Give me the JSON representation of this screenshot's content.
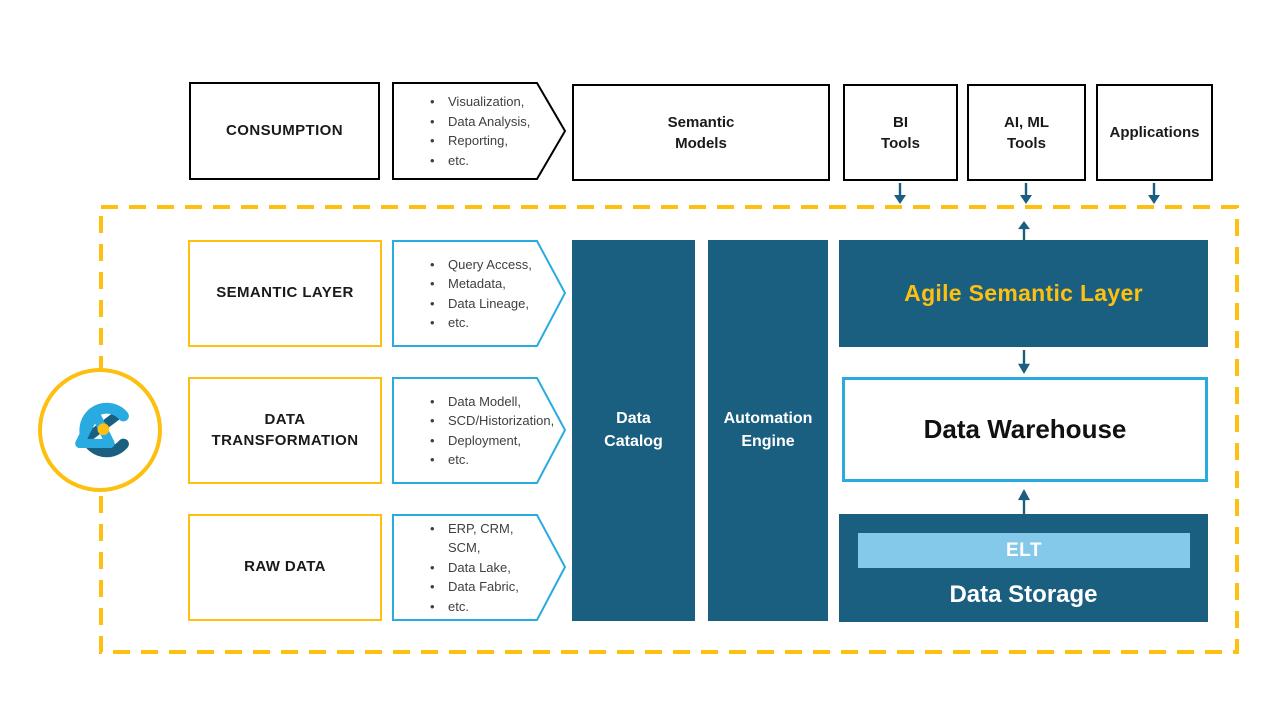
{
  "colors": {
    "teal": "#1b5f80",
    "gold": "#fdc011",
    "sky": "#29abe2",
    "lightsky": "#85c9ea"
  },
  "top": {
    "consumption": "CONSUMPTION",
    "consumption_bullets": [
      "Visualization,",
      "Data Analysis,",
      "Reporting,",
      "etc."
    ],
    "semantic_models": "Semantic\nModels",
    "bi_tools": "BI\nTools",
    "ai_ml_tools": "AI, ML\nTools",
    "applications": "Applications"
  },
  "rows": [
    {
      "label": "SEMANTIC LAYER",
      "bullets": [
        "Query Access,",
        "Metadata,",
        "Data Lineage,",
        "etc."
      ]
    },
    {
      "label": "DATA\nTRANSFORMATION",
      "bullets": [
        "Data Modell,",
        "SCD/Historization,",
        "Deployment,",
        "etc."
      ]
    },
    {
      "label": "RAW DATA",
      "bullets": [
        "ERP, CRM, SCM,",
        "Data Lake,",
        "Data Fabric,",
        "etc."
      ]
    }
  ],
  "columns": {
    "data_catalog": "Data\nCatalog",
    "automation_engine": "Automation\nEngine"
  },
  "right": {
    "agile_semantic_layer": "Agile Semantic Layer",
    "data_warehouse": "Data Warehouse",
    "elt": "ELT",
    "data_storage": "Data Storage"
  }
}
